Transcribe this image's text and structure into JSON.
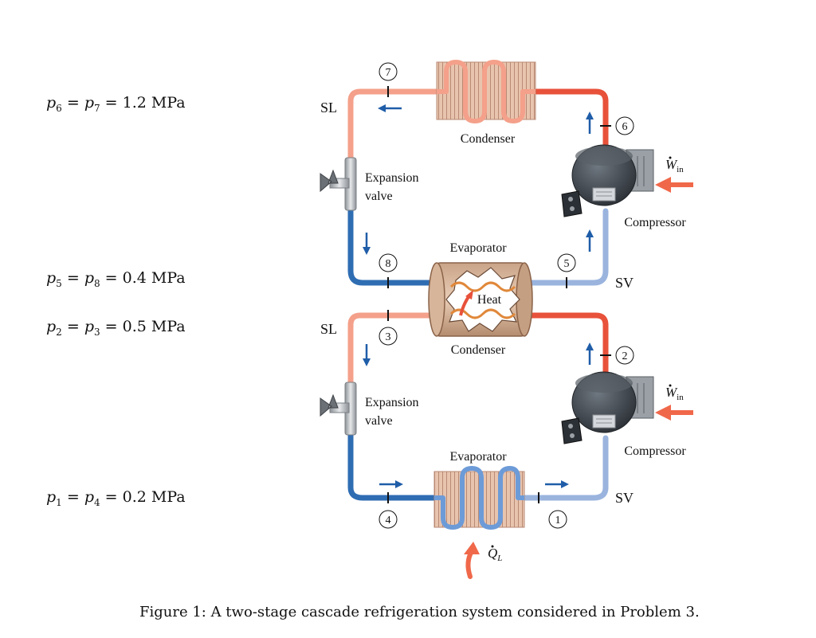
{
  "pressures": [
    {
      "left": "p",
      "left_sub": "6",
      "right": "p",
      "right_sub": "7",
      "value": "1.2",
      "unit": "MPa"
    },
    {
      "left": "p",
      "left_sub": "5",
      "right": "p",
      "right_sub": "8",
      "value": "0.4",
      "unit": "MPa"
    },
    {
      "left": "p",
      "left_sub": "2",
      "right": "p",
      "right_sub": "3",
      "value": "0.5",
      "unit": "MPa"
    },
    {
      "left": "p",
      "left_sub": "1",
      "right": "p",
      "right_sub": "4",
      "value": "0.2",
      "unit": "MPa"
    }
  ],
  "upper_cycle": {
    "condenser_label": "Condenser",
    "evaporator_label": "Evaporator",
    "expansion_line1": "Expansion",
    "expansion_line2": "valve",
    "compressor_label": "Compressor",
    "work_main": "W",
    "work_sub": "in",
    "sl_label": "SL",
    "sv_label": "SV",
    "states": [
      "7",
      "6",
      "8",
      "5"
    ]
  },
  "heat_exchanger": {
    "heat_label": "Heat"
  },
  "lower_cycle": {
    "condenser_label": "Condenser",
    "evaporator_label": "Evaporator",
    "expansion_line1": "Expansion",
    "expansion_line2": "valve",
    "compressor_label": "Compressor",
    "work_main": "W",
    "work_sub": "in",
    "sl_label": "SL",
    "sv_label": "SV",
    "states": [
      "3",
      "2",
      "4",
      "1"
    ],
    "heat_in_main": "Q",
    "heat_in_sub": "L"
  },
  "caption": "Figure 1: A two-stage cascade refrigeration system considered in Problem 3.",
  "colors": {
    "hot_pipe": "#e8513a",
    "warm_pipe": "#f4a08a",
    "cold_pipe": "#2f6db3",
    "cool_pipe": "#9ab4de",
    "arrow_blue": "#1f5da8",
    "heat_arrow": "#f0684a"
  }
}
